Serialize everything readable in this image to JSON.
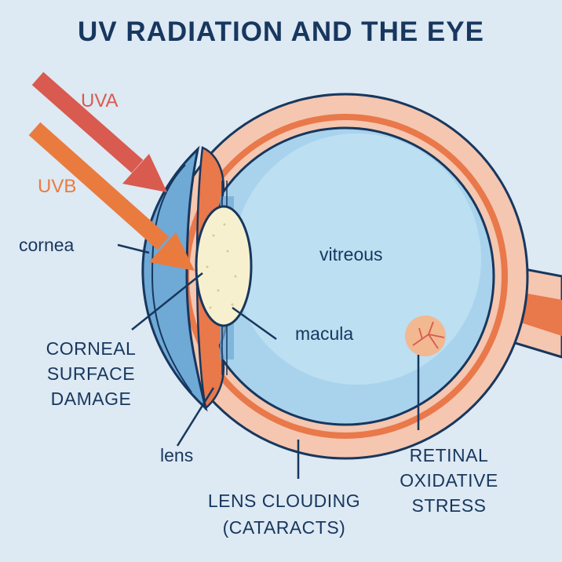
{
  "title": "UV RADIATION AND THE EYE",
  "rays": {
    "uva": {
      "label": "UVA",
      "color": "#d95a4f"
    },
    "uvb": {
      "label": "UVB",
      "color": "#ea7b3f"
    }
  },
  "labels": {
    "cornea": "cornea",
    "vitreous": "vitreous",
    "macula": "macula",
    "lens": "lens",
    "corneal_damage": [
      "CORNEAL",
      "SURFACE",
      "DAMAGE"
    ],
    "retinal_stress": [
      "RETINAL",
      "OXIDATIVE",
      "STRESS"
    ],
    "lens_clouding": [
      "LENS CLOUDING",
      "(CATARACTS)"
    ]
  },
  "colors": {
    "background": "#dde9f3",
    "outline": "#17375e",
    "vitreous": "#a9d3ec",
    "vitreous_inner": "#bcdff2",
    "sclera": "#f5c6b0",
    "retina": "#e9784a",
    "cornea": "#6fa9d6",
    "lens": "#f7f0cf",
    "macula": "#f2b890"
  }
}
